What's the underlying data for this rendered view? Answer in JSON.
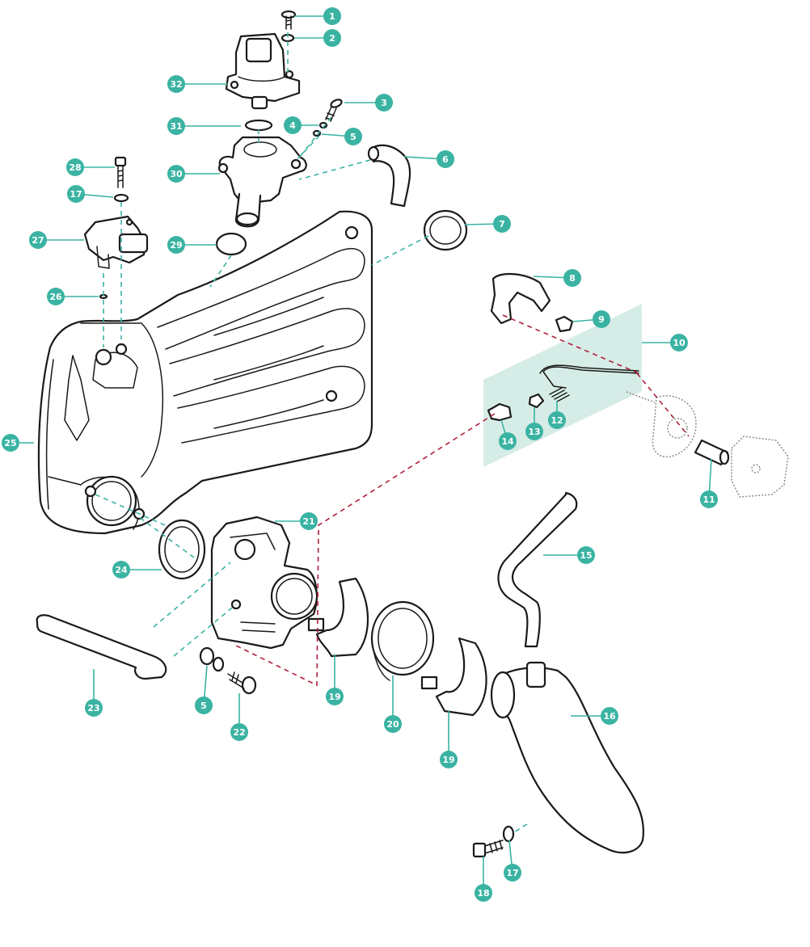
{
  "colors": {
    "callout": "#3bb3a3",
    "leader": "#3bb3a3",
    "teal_dash": "#3bb3a3",
    "red_dash": "#b0203a",
    "highlight": "#d6ece7",
    "outline": "#1a1a1a"
  },
  "callouts": [
    {
      "id": "1",
      "label": "1"
    },
    {
      "id": "2",
      "label": "2"
    },
    {
      "id": "3",
      "label": "3"
    },
    {
      "id": "4",
      "label": "4"
    },
    {
      "id": "5a",
      "label": "5"
    },
    {
      "id": "6",
      "label": "6"
    },
    {
      "id": "7",
      "label": "7"
    },
    {
      "id": "8",
      "label": "8"
    },
    {
      "id": "9",
      "label": "9"
    },
    {
      "id": "10",
      "label": "10"
    },
    {
      "id": "11",
      "label": "11"
    },
    {
      "id": "12",
      "label": "12"
    },
    {
      "id": "13",
      "label": "13"
    },
    {
      "id": "14",
      "label": "14"
    },
    {
      "id": "15",
      "label": "15"
    },
    {
      "id": "16",
      "label": "16"
    },
    {
      "id": "17a",
      "label": "17"
    },
    {
      "id": "17b",
      "label": "17"
    },
    {
      "id": "18",
      "label": "18"
    },
    {
      "id": "19a",
      "label": "19"
    },
    {
      "id": "19b",
      "label": "19"
    },
    {
      "id": "20",
      "label": "20"
    },
    {
      "id": "21",
      "label": "21"
    },
    {
      "id": "22",
      "label": "22"
    },
    {
      "id": "23",
      "label": "23"
    },
    {
      "id": "24",
      "label": "24"
    },
    {
      "id": "25",
      "label": "25"
    },
    {
      "id": "26",
      "label": "26"
    },
    {
      "id": "27",
      "label": "27"
    },
    {
      "id": "28",
      "label": "28"
    },
    {
      "id": "29",
      "label": "29"
    },
    {
      "id": "30",
      "label": "30"
    },
    {
      "id": "31",
      "label": "31"
    },
    {
      "id": "32",
      "label": "32"
    },
    {
      "id": "5b",
      "label": "5"
    }
  ]
}
